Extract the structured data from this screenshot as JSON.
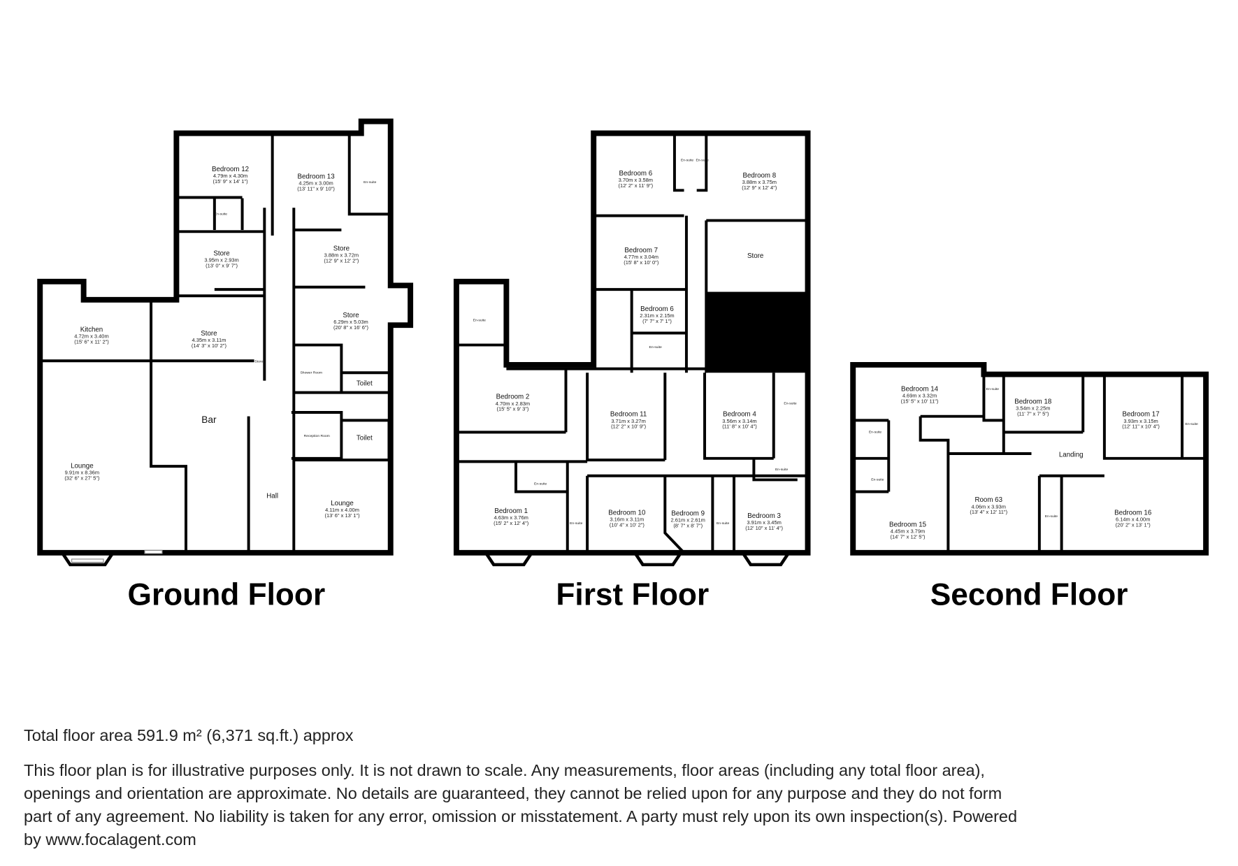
{
  "floors": [
    {
      "title": "Ground Floor",
      "rooms": [
        {
          "name": "Bedroom 12",
          "metric": "4.79m x 4.30m",
          "imperial": "(15' 9\" x 14' 1\")"
        },
        {
          "name": "Bedroom 13",
          "metric": "4.25m x 3.00m",
          "imperial": "(13' 11\" x 9' 10\")"
        },
        {
          "name": "En-suite"
        },
        {
          "name": "En-suite"
        },
        {
          "name": "Store",
          "metric": "3.95m x 2.93m",
          "imperial": "(13' 0\" x 9' 7\")"
        },
        {
          "name": "Store",
          "metric": "3.88m x 3.72m",
          "imperial": "(12' 9\" x 12' 2\")"
        },
        {
          "name": "Kitchen",
          "metric": "4.72m x 3.40m",
          "imperial": "(15' 6\" x 11' 2\")"
        },
        {
          "name": "Store",
          "metric": "4.35m x 3.11m",
          "imperial": "(14' 3\" x 10' 2\")"
        },
        {
          "name": "Store",
          "metric": "6.29m x 5.03m",
          "imperial": "(20' 8\" x 16' 6\")"
        },
        {
          "name": "Store"
        },
        {
          "name": "Shower Room"
        },
        {
          "name": "Toilet"
        },
        {
          "name": "Toilet"
        },
        {
          "name": "Reception Room"
        },
        {
          "name": "Bar"
        },
        {
          "name": "Lounge",
          "metric": "9.91m x 8.36m",
          "imperial": "(32' 6\" x 27' 5\")"
        },
        {
          "name": "Hall"
        },
        {
          "name": "Lounge",
          "metric": "4.11m x 4.00m",
          "imperial": "(13' 6\" x 13' 1\")"
        }
      ]
    },
    {
      "title": "First Floor",
      "rooms": [
        {
          "name": "Bedroom 6",
          "metric": "3.70m x 3.58m",
          "imperial": "(12' 2\" x 11' 9\")"
        },
        {
          "name": "En-suite"
        },
        {
          "name": "En-suite"
        },
        {
          "name": "Bedroom 8",
          "metric": "3.88m x 3.75m",
          "imperial": "(12' 9\" x 12' 4\")"
        },
        {
          "name": "Bedroom 7",
          "metric": "4.77m x 3.04m",
          "imperial": "(15' 8\" x 10' 0\")"
        },
        {
          "name": "Store"
        },
        {
          "name": "Bedroom 6",
          "metric": "2.31m x 2.15m",
          "imperial": "(7' 7\" x 7' 1\")"
        },
        {
          "name": "En-suite"
        },
        {
          "name": "En-suite"
        },
        {
          "name": "Bedroom 2",
          "metric": "4.70m x 2.83m",
          "imperial": "(15' 5\" x 9' 3\")"
        },
        {
          "name": "Bedroom 11",
          "metric": "3.71m x 3.27m",
          "imperial": "(12' 2\" x 10' 9\")"
        },
        {
          "name": "Bedroom 4",
          "metric": "3.56m x 3.14m",
          "imperial": "(11' 8\" x 10' 4\")"
        },
        {
          "name": "En-suite"
        },
        {
          "name": "Bedroom 1",
          "metric": "4.63m x 3.76m",
          "imperial": "(15' 2\" x 12' 4\")"
        },
        {
          "name": "En-suite"
        },
        {
          "name": "En-suite"
        },
        {
          "name": "Bedroom 10",
          "metric": "3.16m x 3.11m",
          "imperial": "(10' 4\" x 10' 2\")"
        },
        {
          "name": "Bedroom 9",
          "metric": "2.61m x 2.61m",
          "imperial": "(8' 7\" x 8' 7\")"
        },
        {
          "name": "En-suite"
        },
        {
          "name": "Bedroom 3",
          "metric": "3.91m x 3.45m",
          "imperial": "(12' 10\" x 11' 4\")"
        },
        {
          "name": "En-suite"
        }
      ]
    },
    {
      "title": "Second Floor",
      "rooms": [
        {
          "name": "Bedroom 14",
          "metric": "4.69m x 3.32m",
          "imperial": "(15' 5\" x 10' 11\")"
        },
        {
          "name": "En-suite"
        },
        {
          "name": "Bedroom 18",
          "metric": "3.54m x 2.25m",
          "imperial": "(11' 7\" x 7' 5\")"
        },
        {
          "name": "Bedroom 17",
          "metric": "3.93m x 3.15m",
          "imperial": "(12' 11\" x 10' 4\")"
        },
        {
          "name": "En-suite"
        },
        {
          "name": "En-suite"
        },
        {
          "name": "En-suite"
        },
        {
          "name": "Landing"
        },
        {
          "name": "Room 63",
          "metric": "4.06m x 3.93m",
          "imperial": "(13' 4\" x 12' 11\")"
        },
        {
          "name": "Bedroom 15",
          "metric": "4.45m x 3.79m",
          "imperial": "(14' 7\" x 12' 5\")"
        },
        {
          "name": "En-suite"
        },
        {
          "name": "Bedroom 16",
          "metric": "6.14m x 4.00m",
          "imperial": "(20' 2\" x 13' 1\")"
        }
      ]
    }
  ],
  "footer": {
    "total_area": "Total floor area 591.9 m² (6,371 sq.ft.) approx",
    "disclaimer_lines": [
      "This floor plan is for illustrative purposes only. It is not drawn to scale. Any measurements, floor areas (including any total floor area),",
      "openings and orientation are approximate. No details are guaranteed, they cannot be relied upon for any purpose and they do not form",
      "part of any agreement. No liability is taken for any error, omission or misstatement. A party must rely upon its own inspection(s). Powered",
      "by www.focalagent.com"
    ]
  },
  "colors": {
    "walls": "#000000",
    "background": "#ffffff",
    "text": "#222222"
  }
}
